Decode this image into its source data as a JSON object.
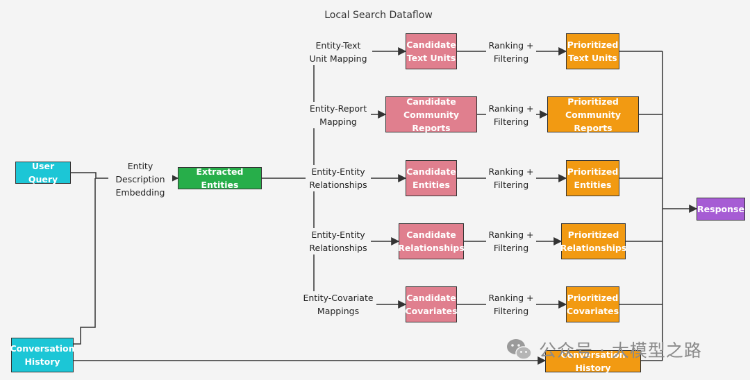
{
  "title": "Local Search Dataflow",
  "nodes": {
    "user_query": "User Query",
    "conversation_history_in": "Conversation\nHistory",
    "extracted_entities": "Extracted Entities",
    "candidate_text_units": "Candidate\nText Units",
    "candidate_community_reports": "Candidate\nCommunity Reports",
    "candidate_entities": "Candidate\nEntities",
    "candidate_relationships": "Candidate\nRelationships",
    "candidate_covariates": "Candidate\nCovariates",
    "prioritized_text_units": "Prioritized\nText Units",
    "prioritized_community_reports": "Prioritized\nCommunity Reports",
    "prioritized_entities": "Prioritized\nEntities",
    "prioritized_relationships": "Prioritized\nRelationships",
    "prioritized_covariates": "Prioritized\nCovariates",
    "conversation_history_out": "Conversation History",
    "response": "Response"
  },
  "edge_labels": {
    "entity_description_embedding": "Entity\nDescription\nEmbedding",
    "entity_text_unit_mapping": "Entity-Text\nUnit Mapping",
    "entity_report_mapping": "Entity-Report\nMapping",
    "entity_entity_relationships_1": "Entity-Entity\nRelationships",
    "entity_entity_relationships_2": "Entity-Entity\nRelationships",
    "entity_covariate_mappings": "Entity-Covariate\nMappings",
    "ranking_filtering": "Ranking +\nFiltering"
  },
  "watermark": {
    "text": "公众号 · 大模型之路",
    "icon": "wechat-icon"
  },
  "colors": {
    "input": "#1cc6d6",
    "extracted": "#27ae4a",
    "candidate": "#e07f8e",
    "prioritized": "#f29a12",
    "response": "#a65cd4"
  }
}
